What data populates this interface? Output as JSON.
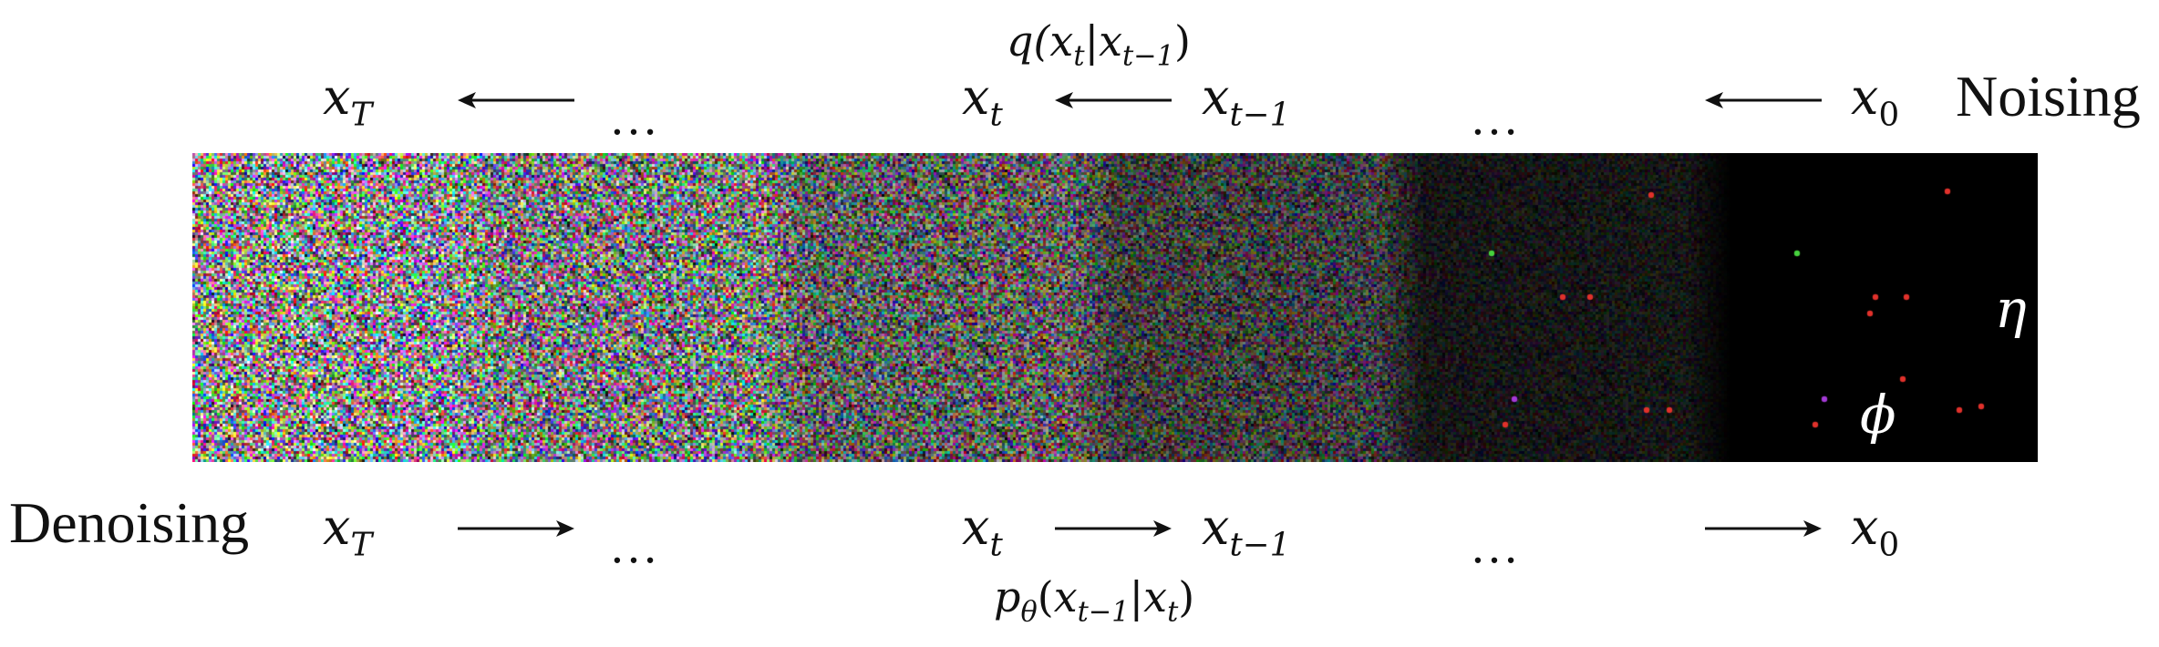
{
  "noising": {
    "label": "Noising",
    "transition": "q(x_t | x_{t-1})",
    "states": [
      "x_T",
      "…",
      "x_t",
      "x_{t-1}",
      "…",
      "x_0"
    ]
  },
  "denoising": {
    "label": "Denoising",
    "transition": "p_θ(x_{t-1} | x_t)",
    "states": [
      "x_T",
      "…",
      "x_t",
      "x_{t-1}",
      "…",
      "x_0"
    ]
  },
  "strip": {
    "symbols": [
      "η",
      "ϕ"
    ],
    "stages": [
      {
        "noise": 1.0
      },
      {
        "noise": 0.88
      },
      {
        "noise": 0.68
      },
      {
        "noise": 0.45
      },
      {
        "noise": 0.16
      },
      {
        "noise": 0.0
      }
    ]
  },
  "colors": {
    "background": "#ffffff",
    "text": "#111111",
    "strip_background": "#000000",
    "particle_red": "#e0312b",
    "particle_green": "#46d23e",
    "particle_purple": "#a43ad6"
  }
}
